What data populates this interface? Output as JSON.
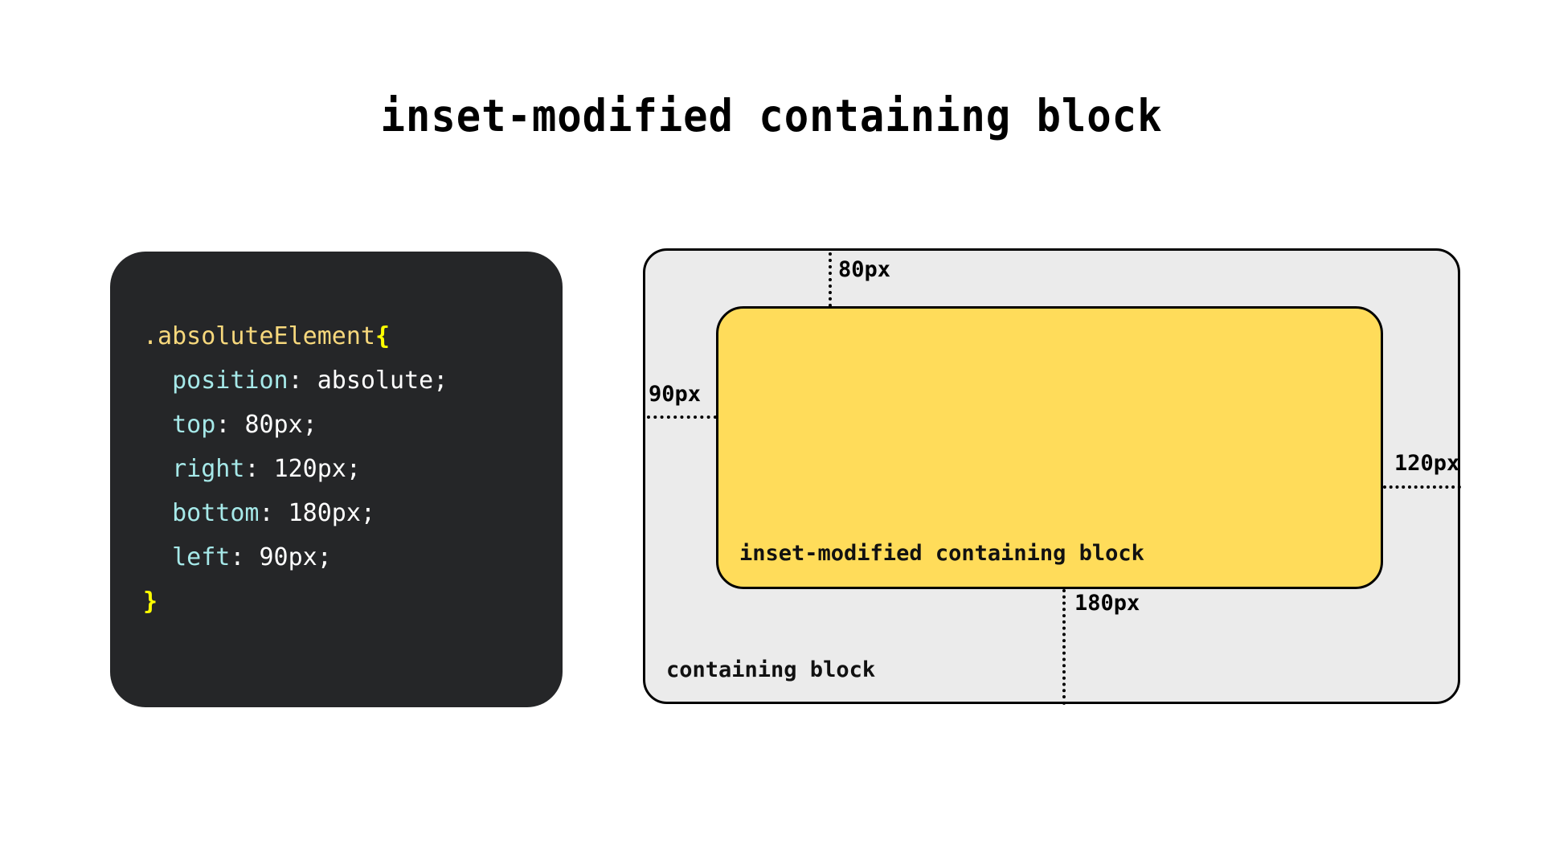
{
  "page": {
    "title": "inset-modified containing block",
    "background_color": "#ffffff"
  },
  "code_panel": {
    "background_color": "#252628",
    "selector_color": "#f7d87c",
    "brace_color": "#fdfd00",
    "property_color": "#a6e9e9",
    "value_color": "#ffffff",
    "selector": ".absoluteElement",
    "open_brace": "{",
    "close_brace": "}",
    "declarations": [
      {
        "property": "position",
        "separator": ": ",
        "value": "absolute;"
      },
      {
        "property": "top",
        "separator": ": ",
        "value": "80px;"
      },
      {
        "property": "right",
        "separator": ": ",
        "value": "120px;"
      },
      {
        "property": "bottom",
        "separator": ": ",
        "value": "180px;"
      },
      {
        "property": "left",
        "separator": ": ",
        "value": "90px;"
      }
    ]
  },
  "diagram": {
    "containing_block": {
      "label": "containing block",
      "fill_color": "#ebebeb",
      "border_color": "#000000"
    },
    "inset_block": {
      "label": "inset-modified containing block",
      "fill_color": "#ffdc5a",
      "border_color": "#000000"
    },
    "measurements": [
      {
        "name": "top",
        "label": "80px",
        "edge": "top"
      },
      {
        "name": "left",
        "label": "90px",
        "edge": "left"
      },
      {
        "name": "right",
        "label": "120px",
        "edge": "right"
      },
      {
        "name": "bottom",
        "label": "180px",
        "edge": "bottom"
      }
    ]
  }
}
